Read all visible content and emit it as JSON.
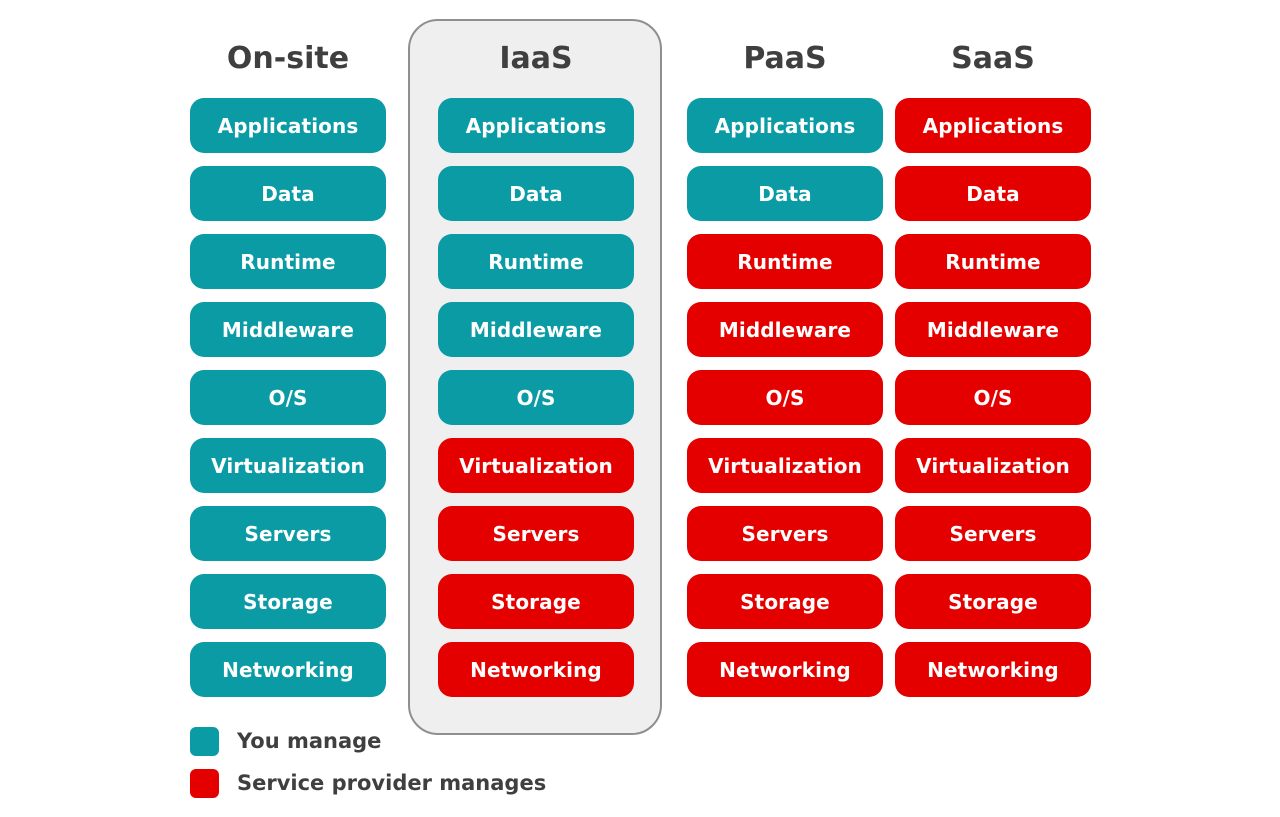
{
  "colors": {
    "you_manage": "#0b9ba5",
    "provider_manages": "#e50000",
    "title_text": "#3f3f3f",
    "highlight_bg": "#efefef",
    "highlight_border": "#8f8f8f"
  },
  "highlighted_column": "IaaS",
  "columns": [
    {
      "title": "On-site",
      "layers": [
        {
          "label": "Applications",
          "managed_by": "you"
        },
        {
          "label": "Data",
          "managed_by": "you"
        },
        {
          "label": "Runtime",
          "managed_by": "you"
        },
        {
          "label": "Middleware",
          "managed_by": "you"
        },
        {
          "label": "O/S",
          "managed_by": "you"
        },
        {
          "label": "Virtualization",
          "managed_by": "you"
        },
        {
          "label": "Servers",
          "managed_by": "you"
        },
        {
          "label": "Storage",
          "managed_by": "you"
        },
        {
          "label": "Networking",
          "managed_by": "you"
        }
      ]
    },
    {
      "title": "IaaS",
      "layers": [
        {
          "label": "Applications",
          "managed_by": "you"
        },
        {
          "label": "Data",
          "managed_by": "you"
        },
        {
          "label": "Runtime",
          "managed_by": "you"
        },
        {
          "label": "Middleware",
          "managed_by": "you"
        },
        {
          "label": "O/S",
          "managed_by": "you"
        },
        {
          "label": "Virtualization",
          "managed_by": "provider"
        },
        {
          "label": "Servers",
          "managed_by": "provider"
        },
        {
          "label": "Storage",
          "managed_by": "provider"
        },
        {
          "label": "Networking",
          "managed_by": "provider"
        }
      ]
    },
    {
      "title": "PaaS",
      "layers": [
        {
          "label": "Applications",
          "managed_by": "you"
        },
        {
          "label": "Data",
          "managed_by": "you"
        },
        {
          "label": "Runtime",
          "managed_by": "provider"
        },
        {
          "label": "Middleware",
          "managed_by": "provider"
        },
        {
          "label": "O/S",
          "managed_by": "provider"
        },
        {
          "label": "Virtualization",
          "managed_by": "provider"
        },
        {
          "label": "Servers",
          "managed_by": "provider"
        },
        {
          "label": "Storage",
          "managed_by": "provider"
        },
        {
          "label": "Networking",
          "managed_by": "provider"
        }
      ]
    },
    {
      "title": "SaaS",
      "layers": [
        {
          "label": "Applications",
          "managed_by": "provider"
        },
        {
          "label": "Data",
          "managed_by": "provider"
        },
        {
          "label": "Runtime",
          "managed_by": "provider"
        },
        {
          "label": "Middleware",
          "managed_by": "provider"
        },
        {
          "label": "O/S",
          "managed_by": "provider"
        },
        {
          "label": "Virtualization",
          "managed_by": "provider"
        },
        {
          "label": "Servers",
          "managed_by": "provider"
        },
        {
          "label": "Storage",
          "managed_by": "provider"
        },
        {
          "label": "Networking",
          "managed_by": "provider"
        }
      ]
    }
  ],
  "legend": [
    {
      "label": "You manage",
      "key": "you"
    },
    {
      "label": "Service provider manages",
      "key": "provider"
    }
  ]
}
